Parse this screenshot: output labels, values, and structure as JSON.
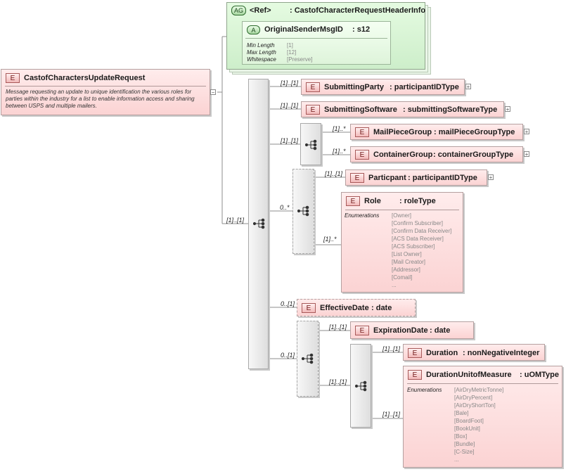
{
  "root": {
    "tag": "E",
    "name": "CastofCharactersUpdateRequest",
    "description": "Message requesting an update to unique identification the various roles for parties within the industry for a list to enable information access and sharing between USPS and multiple mailers."
  },
  "attribute_group": {
    "tag": "AG",
    "ref": "<Ref>",
    "name": ": CastofCharacterRequestHeaderInfo",
    "attribute": {
      "tag": "A",
      "name": "OriginalSenderMsgID",
      "type": ": s12",
      "facets": [
        {
          "label": "Min Length",
          "value": "[1]"
        },
        {
          "label": "Max Length",
          "value": "[12]"
        },
        {
          "label": "Whitespace",
          "value": "[Preserve]"
        }
      ]
    }
  },
  "cardinalities": {
    "main_sequence": "[1]..[1]",
    "submitting_party": "[1]..[1]",
    "submitting_software": "[1]..[1]",
    "group_choice": "[1]..[1]",
    "mailpiece_group": "[1]..*",
    "container_group": "[1]..*",
    "participant_sequence": "0..*",
    "participant": "[1]..[1]",
    "role": "[1]..*",
    "effective_date": "0..[1]",
    "expiration_sequence": "0..[1]",
    "expiration_date": "[1]..[1]",
    "duration_sequence": "[1]..[1]",
    "duration": "[1]..[1]",
    "duration_unit": "[1]..[1]"
  },
  "elements": {
    "submitting_party": {
      "tag": "E",
      "name": "SubmittingParty",
      "type": ": participantIDType"
    },
    "submitting_software": {
      "tag": "E",
      "name": "SubmittingSoftware",
      "type": ": submittingSoftwareType"
    },
    "mailpiece_group": {
      "tag": "E",
      "name": "MailPieceGroup",
      "type": ": mailPieceGroupType"
    },
    "container_group": {
      "tag": "E",
      "name": "ContainerGroup",
      "type": ": containerGroupType"
    },
    "participant": {
      "tag": "E",
      "name": "Particpant",
      "type": ": participantIDType"
    },
    "role": {
      "tag": "E",
      "name": "Role",
      "type": ": roleType",
      "enum_label": "Enumerations",
      "enumerations": [
        "[Owner]",
        "[Confirm Subscriber]",
        "[Confirm Data Receiver]",
        "[ACS Data Receiver]",
        "[ACS Subscriber]",
        "[List Owner]",
        "[Mail Creator]",
        "[Addressor]",
        "[Comail]",
        "..."
      ]
    },
    "effective_date": {
      "tag": "E",
      "name": "EffectiveDate",
      "type": ": date"
    },
    "expiration_date": {
      "tag": "E",
      "name": "ExpirationDate",
      "type": ": date"
    },
    "duration": {
      "tag": "E",
      "name": "Duration",
      "type": ": nonNegativeInteger"
    },
    "duration_unit": {
      "tag": "E",
      "name": "DurationUnitofMeasure",
      "type": ": uOMType",
      "enum_label": "Enumerations",
      "enumerations": [
        "[AirDryMetricTonne]",
        "[AirDryPercent]",
        "[AirDryShortTon]",
        "[Bale]",
        "[BoardFoot]",
        "[BookUnit]",
        "[Box]",
        "[Bundle]",
        "[C-Size]",
        "..."
      ]
    }
  },
  "expand_symbol": "+",
  "collapse_symbol": "−"
}
